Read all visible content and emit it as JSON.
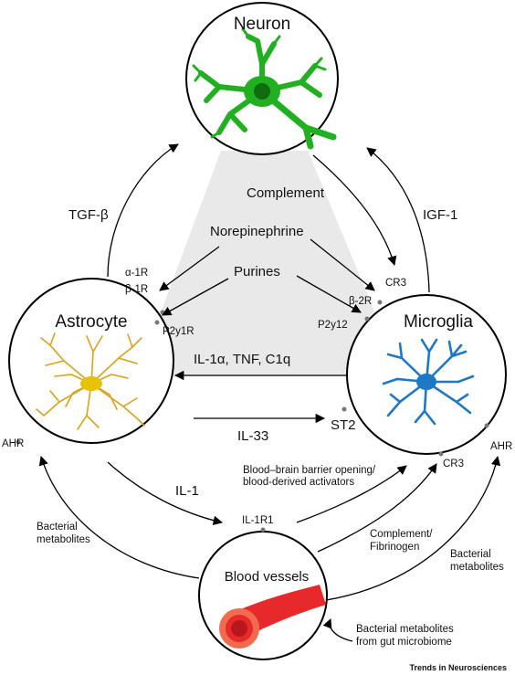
{
  "cells": {
    "neuron": "Neuron",
    "astrocyte": "Astrocyte",
    "microglia": "Microglia",
    "blood_vessels": "Blood vessels"
  },
  "signals": {
    "tgf_beta": "TGF-β",
    "igf1": "IGF-1",
    "complement": "Complement",
    "norepinephrine": "Norepinephrine",
    "purines": "Purines",
    "il1a_tnf_c1q": "IL-1α, TNF, C1q",
    "il33": "IL-33",
    "il1": "IL-1",
    "bbb": "Blood–brain barrier opening/",
    "bbb2": "blood-derived activators",
    "complement_fib": "Complement/",
    "complement_fib2": "Fibrinogen",
    "bact_left": "Bacterial",
    "bact_left2": "metabolites",
    "bact_right": "Bacterial",
    "bact_right2": "metabolites",
    "gut": "Bacterial metabolites",
    "gut2": "from gut microbiome"
  },
  "receptors": {
    "a1r": "α-1R",
    "b1r": "β-1R",
    "p2y1r": "P2y1R",
    "cr3_top": "CR3",
    "b2r": "β-2R",
    "p2y12": "P2y12",
    "st2": "ST2",
    "ahr_left": "AHR",
    "ahr_right": "AHR",
    "cr3_bottom": "CR3",
    "il1r1": "IL-1R1"
  },
  "colors": {
    "neuron": "#22b022",
    "astrocyte": "#d9a21a",
    "microglia": "#1e78c8",
    "vessel": "#e8292b",
    "triangle": "#e9e9e9"
  },
  "source": "Trends in Neurosciences"
}
